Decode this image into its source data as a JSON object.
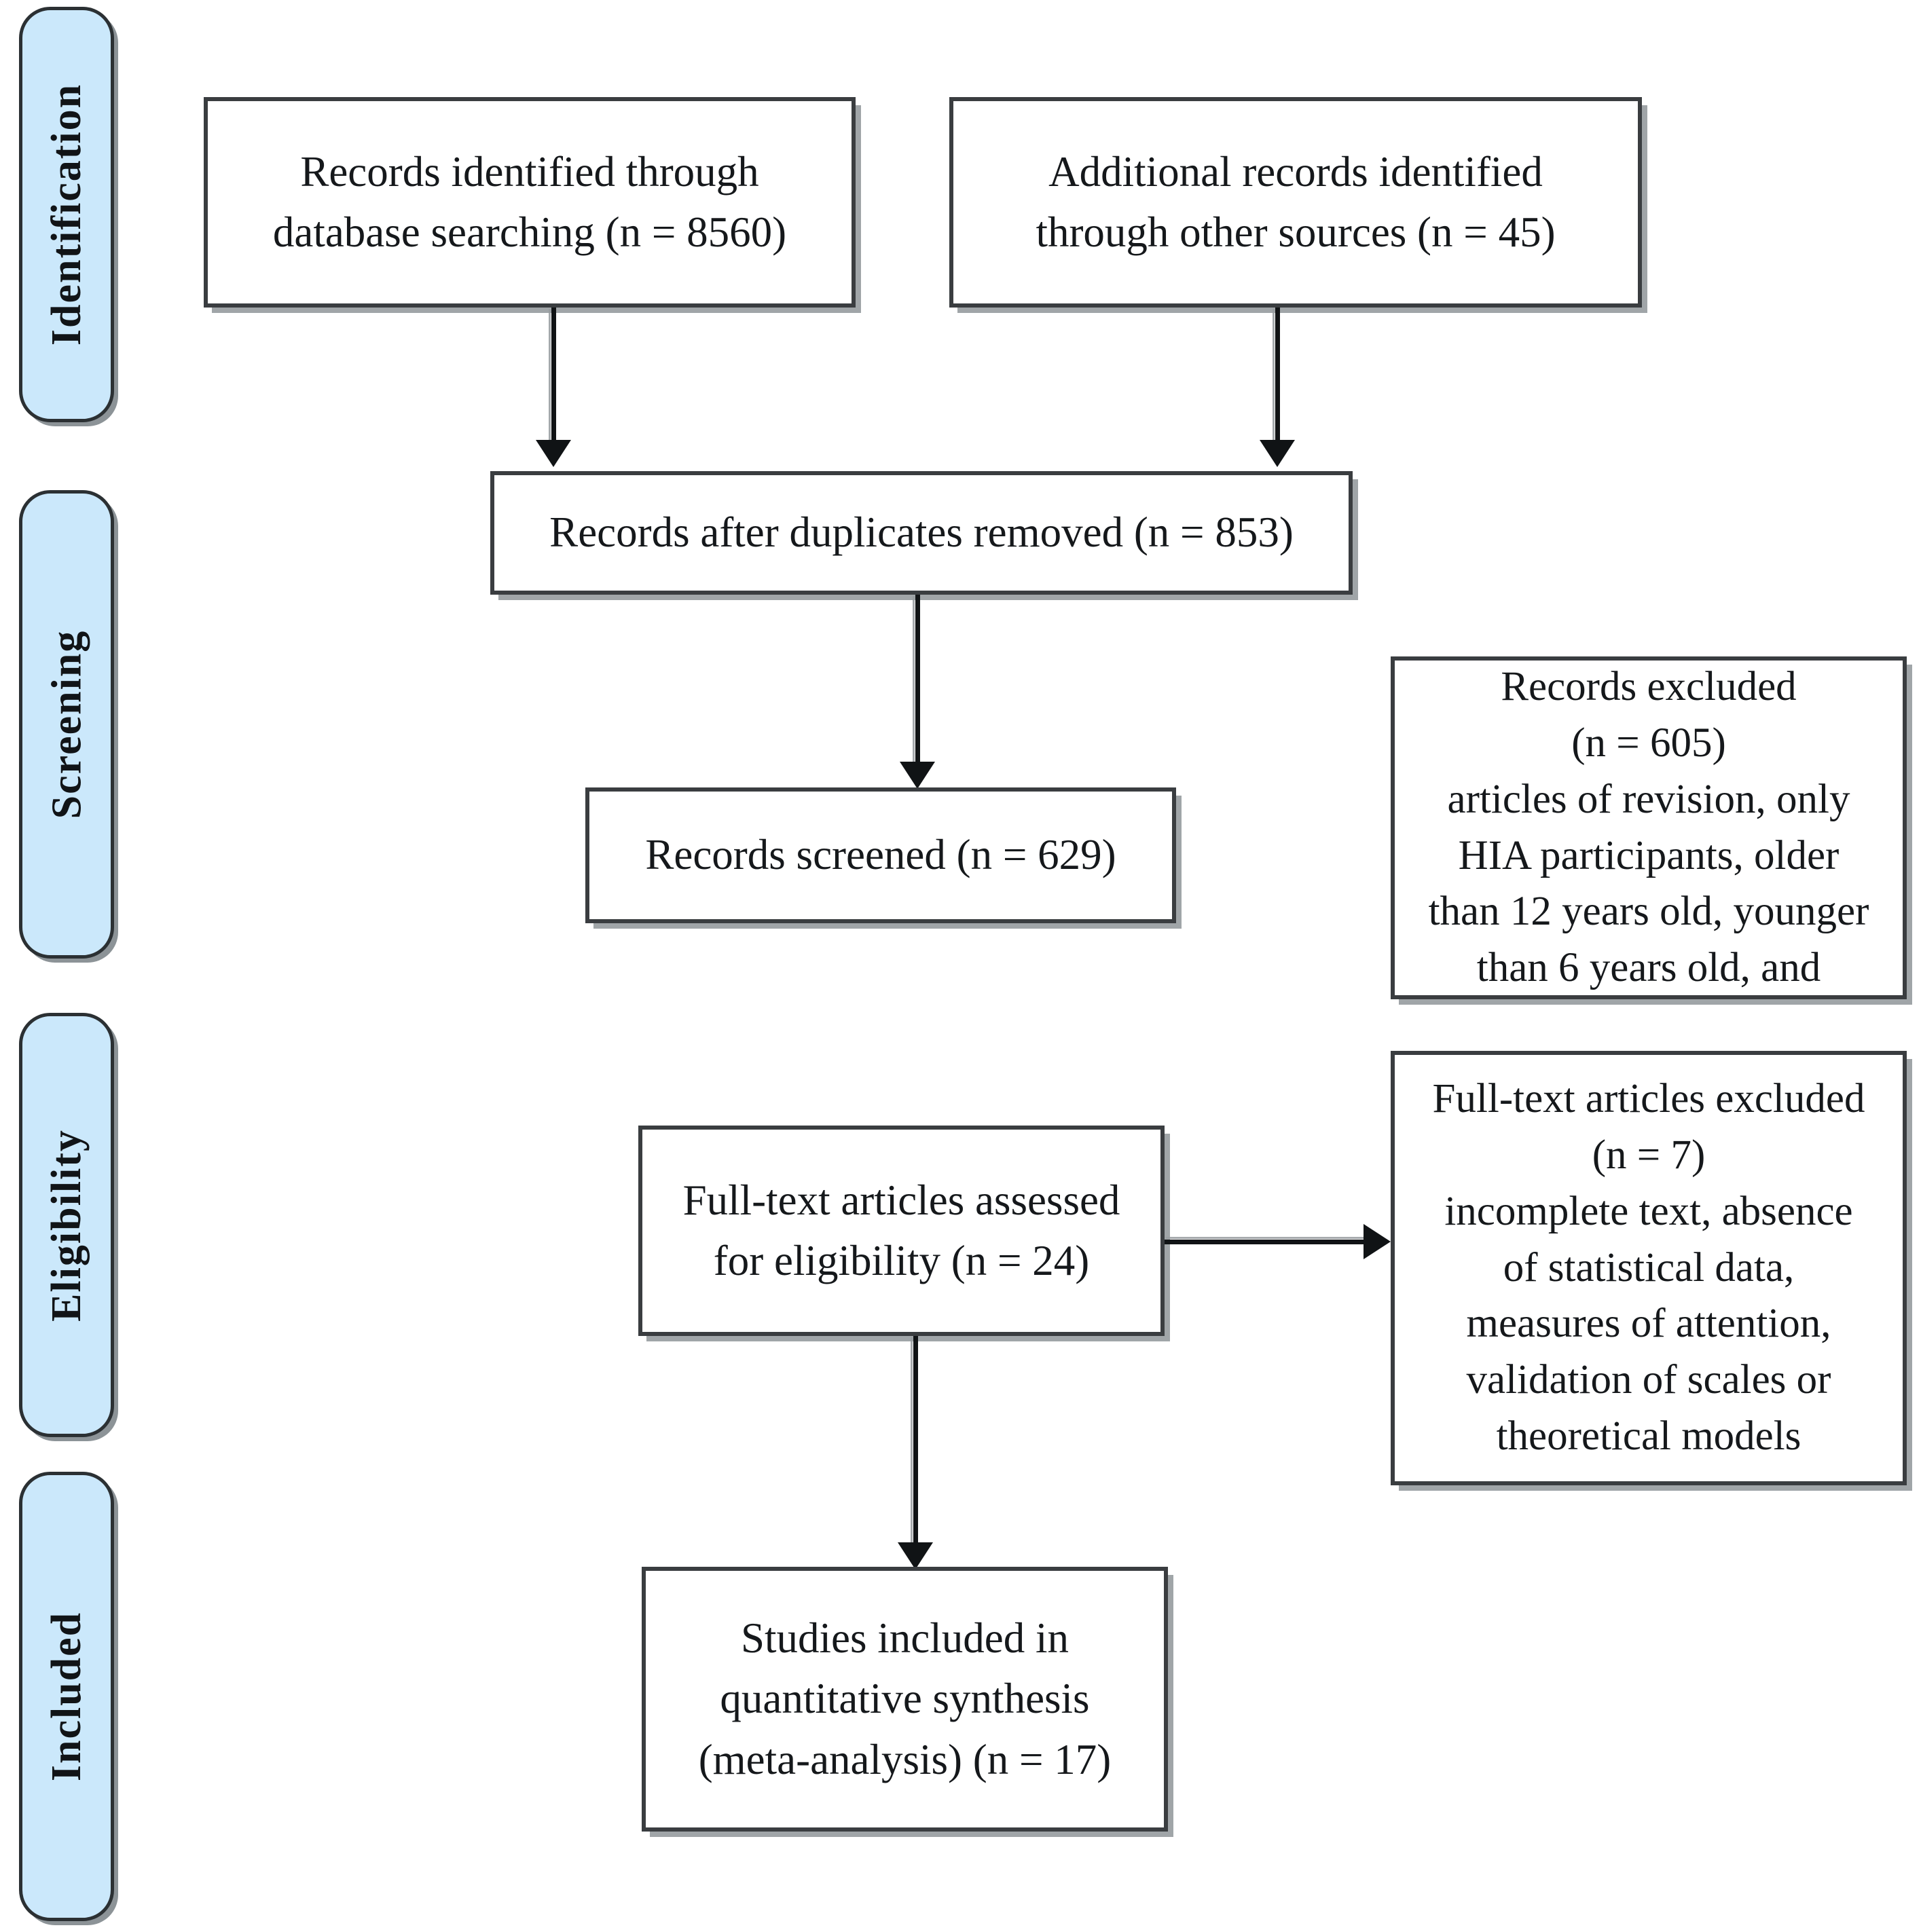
{
  "diagram": {
    "type": "prisma-flow-diagram",
    "title": "PRISMA Flow Diagram",
    "accent_color": "#cbe8fb",
    "border_color": "#3a3d40",
    "text_color": "#15181b",
    "arrow_color": "#101315"
  },
  "stages": [
    {
      "id": "identification",
      "label": "Identification"
    },
    {
      "id": "screening",
      "label": "Screening"
    },
    {
      "id": "eligibility",
      "label": "Eligibility"
    },
    {
      "id": "included",
      "label": "Included"
    }
  ],
  "boxes": {
    "records_identified_db": {
      "text": "Records identified through\ndatabase searching (n = 8560)",
      "n": 8560,
      "stage": "identification"
    },
    "records_identified_other": {
      "text": "Additional records identified\nthrough other sources (n = 45)",
      "n": 45,
      "stage": "identification"
    },
    "records_after_duplicates": {
      "text": "Records after duplicates removed (n = 853)",
      "n": 853,
      "stage": "screening"
    },
    "records_screened": {
      "text": "Records screened (n = 629)",
      "n": 629,
      "stage": "screening"
    },
    "records_excluded": {
      "text": "Records excluded\n(n = 605)\narticles of revision, only\nHIA participants, older\nthan 12 years old, younger\nthan 6 years old, and",
      "n": 605,
      "stage": "screening"
    },
    "fulltext_assessed": {
      "text": "Full-text articles assessed\nfor eligibility (n = 24)",
      "n": 24,
      "stage": "eligibility"
    },
    "fulltext_excluded": {
      "text": "Full-text articles excluded\n(n = 7)\nincomplete text, absence\nof statistical data,\nmeasures of attention,\nvalidation of scales or\ntheoretical models",
      "n": 7,
      "stage": "eligibility"
    },
    "studies_included": {
      "text": "Studies included in\nquantitative synthesis\n(meta-analysis) (n = 17)",
      "n": 17,
      "stage": "included"
    }
  },
  "chart_data": {
    "type": "diagram",
    "title": "PRISMA Flow Diagram",
    "nodes": [
      {
        "id": "records_identified_db",
        "label": "Records identified through database searching",
        "n": 8560,
        "stage": "Identification"
      },
      {
        "id": "records_identified_other",
        "label": "Additional records identified through other sources",
        "n": 45,
        "stage": "Identification"
      },
      {
        "id": "records_after_duplicates",
        "label": "Records after duplicates removed",
        "n": 853,
        "stage": "Screening"
      },
      {
        "id": "records_screened",
        "label": "Records screened",
        "n": 629,
        "stage": "Screening"
      },
      {
        "id": "records_excluded",
        "label": "Records excluded",
        "n": 605,
        "stage": "Screening"
      },
      {
        "id": "fulltext_assessed",
        "label": "Full-text articles assessed for eligibility",
        "n": 24,
        "stage": "Eligibility"
      },
      {
        "id": "fulltext_excluded",
        "label": "Full-text articles excluded",
        "n": 7,
        "stage": "Eligibility"
      },
      {
        "id": "studies_included",
        "label": "Studies included in quantitative synthesis (meta-analysis)",
        "n": 17,
        "stage": "Included"
      }
    ],
    "edges": [
      {
        "from": "records_identified_db",
        "to": "records_after_duplicates",
        "direction": "down"
      },
      {
        "from": "records_identified_other",
        "to": "records_after_duplicates",
        "direction": "down"
      },
      {
        "from": "records_after_duplicates",
        "to": "records_screened",
        "direction": "down"
      },
      {
        "from": "fulltext_assessed",
        "to": "fulltext_excluded",
        "direction": "right"
      },
      {
        "from": "fulltext_assessed",
        "to": "studies_included",
        "direction": "down"
      }
    ]
  }
}
